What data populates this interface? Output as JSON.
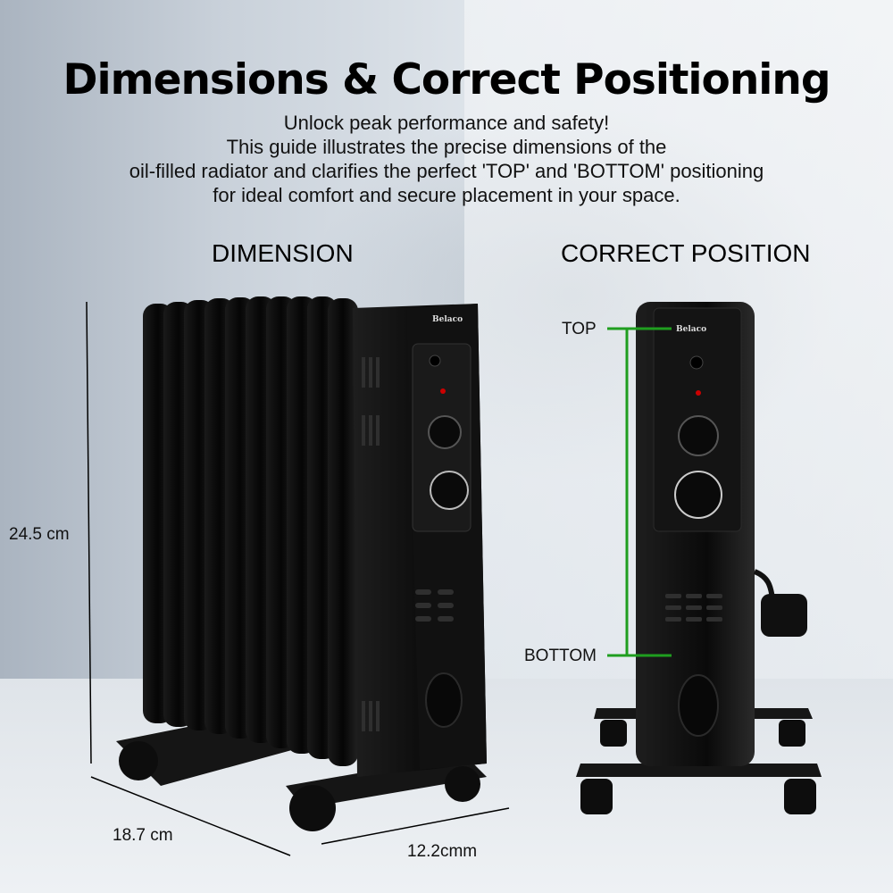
{
  "title": "Dimensions & Correct Positioning",
  "subtitle": [
    "Unlock peak performance and safety!",
    "This guide illustrates the precise dimensions of the",
    "oil-filled radiator and clarifies the perfect 'TOP' and 'BOTTOM' positioning",
    "for ideal comfort and secure placement in your space."
  ],
  "sections": {
    "dimension": "DIMENSION",
    "position": "CORRECT POSITION"
  },
  "dimensions": {
    "height": "24.5 cm",
    "depth": "18.7 cm",
    "width": "12.2cmm"
  },
  "positions": {
    "top": "TOP",
    "bottom": "BOTTOM"
  },
  "brand": "Belaco",
  "colors": {
    "indicator_line": "#1f9e1f",
    "product": "#0c0c0c"
  }
}
